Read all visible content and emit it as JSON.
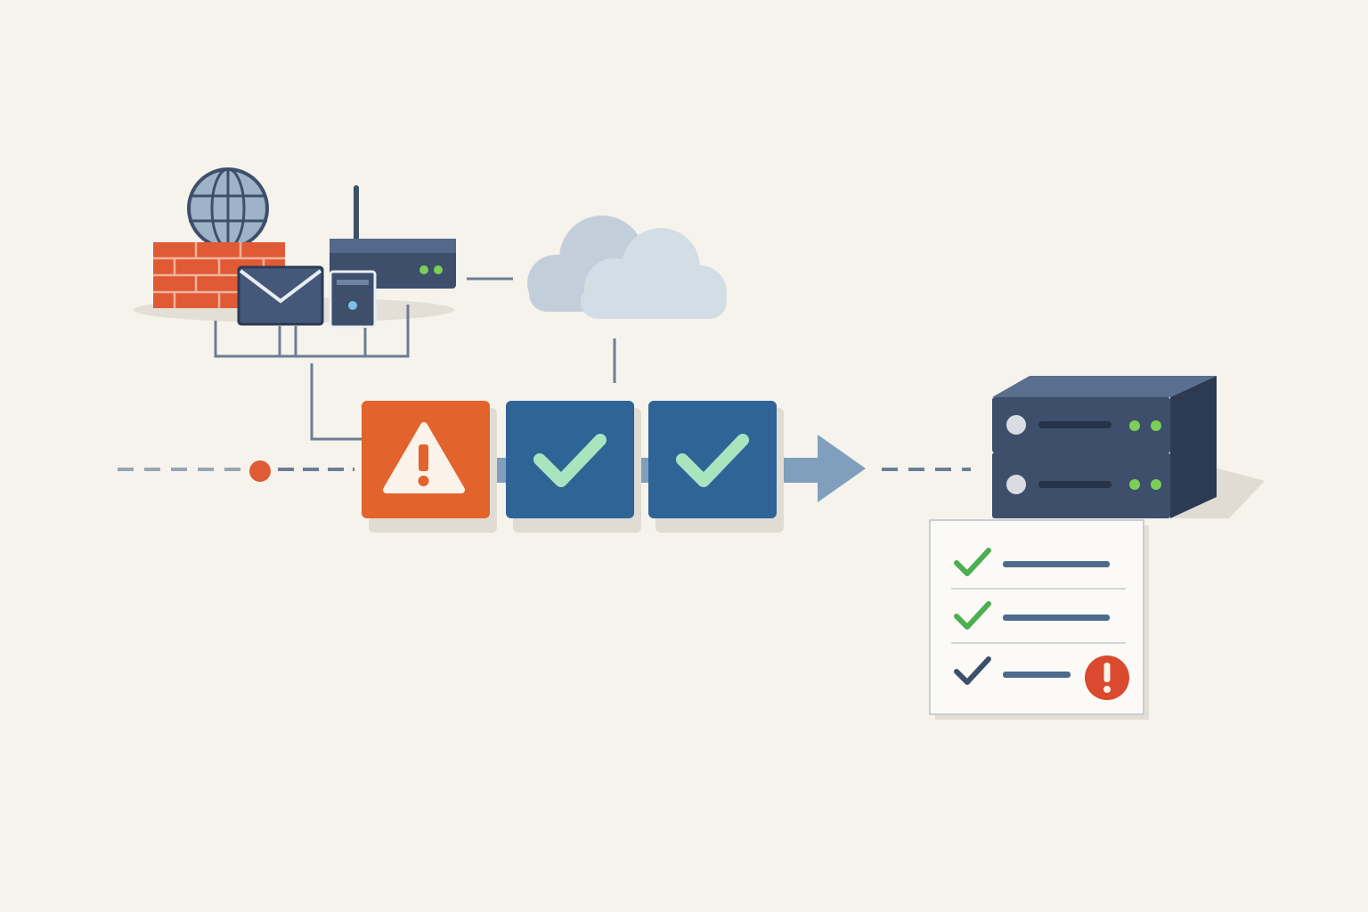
{
  "palette": {
    "background": "#f6f3ec",
    "navy": "#3d4f6b",
    "blue": "#2f6496",
    "orange": "#e2632b",
    "brick": "#e05a35",
    "cloud": "#c9d6e0",
    "mint": "#9fe0b5",
    "green": "#4caf50",
    "alert_red": "#d94a2e",
    "line_gray": "#9aa5b4",
    "shadow": "#dedad1"
  },
  "sources": [
    {
      "icon": "globe-icon"
    },
    {
      "icon": "firewall-icon"
    },
    {
      "icon": "router-icon",
      "status_leds": 2
    },
    {
      "icon": "envelope-icon"
    },
    {
      "icon": "server-tower-icon"
    },
    {
      "icon": "cloud-icon"
    }
  ],
  "pipeline": {
    "stages": [
      {
        "status": "warning",
        "icon": "warning-icon"
      },
      {
        "status": "passed",
        "icon": "check-icon"
      },
      {
        "status": "passed",
        "icon": "check-icon"
      }
    ],
    "flow_icon": "arrow-right-icon"
  },
  "destination": {
    "icon": "server-stack-icon",
    "units": 2
  },
  "checklist": {
    "items": [
      {
        "status": "ok",
        "icon": "check-icon",
        "alert": false
      },
      {
        "status": "ok",
        "icon": "check-icon",
        "alert": false
      },
      {
        "status": "pending",
        "icon": "check-icon",
        "alert": true
      }
    ]
  }
}
